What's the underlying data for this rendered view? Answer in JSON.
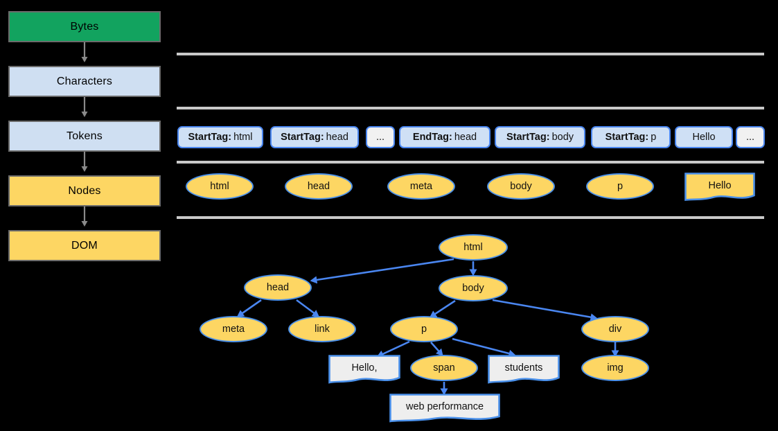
{
  "colors": {
    "bg": "#000000",
    "green": "#12a35f",
    "light_blue": "#cfdff2",
    "yellow": "#fdd663",
    "node_border_blue": "#4a90ea",
    "arrow_blue": "#4a86f0",
    "separator_gray": "#c9c9c9",
    "box_border_gray": "#6b6b6b",
    "text_node_fill": "#eeeeee"
  },
  "pipeline": {
    "name": "parsing-pipeline",
    "steps": [
      {
        "label": "Bytes",
        "style": "green"
      },
      {
        "label": "Characters",
        "style": "blue"
      },
      {
        "label": "Tokens",
        "style": "blue"
      },
      {
        "label": "Nodes",
        "style": "yellow"
      },
      {
        "label": "DOM",
        "style": "yellow"
      }
    ]
  },
  "tokens_row": {
    "name": "tokens-row",
    "items": [
      {
        "kind": "StartTag",
        "value": "html",
        "plain": false
      },
      {
        "kind": "StartTag",
        "value": "head",
        "plain": false
      },
      {
        "kind": "",
        "value": "...",
        "plain": true
      },
      {
        "kind": "EndTag",
        "value": "head",
        "plain": false
      },
      {
        "kind": "StartTag",
        "value": "body",
        "plain": false
      },
      {
        "kind": "StartTag",
        "value": "p",
        "plain": false
      },
      {
        "kind": "",
        "value": "Hello",
        "plain": false
      },
      {
        "kind": "",
        "value": "...",
        "plain": true
      }
    ]
  },
  "nodes_row": {
    "name": "nodes-row",
    "items": [
      {
        "label": "html",
        "shape": "ellipse"
      },
      {
        "label": "head",
        "shape": "ellipse"
      },
      {
        "label": "meta",
        "shape": "ellipse"
      },
      {
        "label": "body",
        "shape": "ellipse"
      },
      {
        "label": "p",
        "shape": "ellipse"
      },
      {
        "label": "Hello",
        "shape": "document"
      }
    ]
  },
  "dom_tree": {
    "name": "dom-tree",
    "nodes": [
      {
        "id": "html",
        "label": "html",
        "shape": "ellipse"
      },
      {
        "id": "head",
        "label": "head",
        "shape": "ellipse"
      },
      {
        "id": "body",
        "label": "body",
        "shape": "ellipse"
      },
      {
        "id": "meta",
        "label": "meta",
        "shape": "ellipse"
      },
      {
        "id": "link",
        "label": "link",
        "shape": "ellipse"
      },
      {
        "id": "p",
        "label": "p",
        "shape": "ellipse"
      },
      {
        "id": "div",
        "label": "div",
        "shape": "ellipse"
      },
      {
        "id": "hello",
        "label": "Hello,",
        "shape": "document"
      },
      {
        "id": "span",
        "label": "span",
        "shape": "ellipse"
      },
      {
        "id": "stud",
        "label": "students",
        "shape": "document"
      },
      {
        "id": "img",
        "label": "img",
        "shape": "ellipse"
      },
      {
        "id": "webp",
        "label": "web performance",
        "shape": "document"
      }
    ],
    "edges": [
      [
        "html",
        "head"
      ],
      [
        "html",
        "body"
      ],
      [
        "head",
        "meta"
      ],
      [
        "head",
        "link"
      ],
      [
        "body",
        "p"
      ],
      [
        "body",
        "div"
      ],
      [
        "p",
        "hello"
      ],
      [
        "p",
        "span"
      ],
      [
        "p",
        "stud"
      ],
      [
        "div",
        "img"
      ],
      [
        "span",
        "webp"
      ]
    ]
  }
}
